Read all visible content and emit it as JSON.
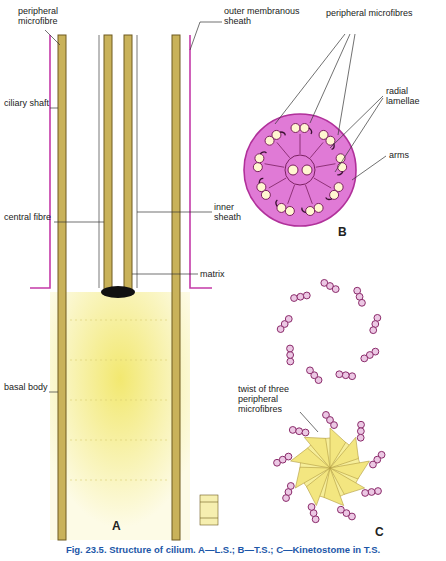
{
  "diagram": {
    "caption": "Fig. 23.5. Structure of cilium. A—L.S.; B—T.S.; C—Kinetostome in T.S.",
    "labels": [
      "peripheral microfibre",
      "ciliary shaft",
      "central fibre",
      "basal body",
      "outer membranous sheath",
      "inner sheath",
      "matrix",
      "peripheral microfibres",
      "radial lamellae",
      "arms",
      "B",
      "A",
      "twist of three peripheral microfibres",
      "C"
    ]
  }
}
